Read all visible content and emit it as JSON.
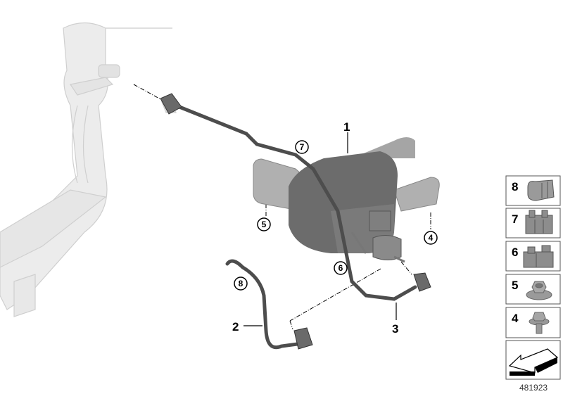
{
  "diagram_id": "481923",
  "callouts": [
    {
      "label": "1",
      "part": "canister"
    },
    {
      "label": "2",
      "part": "hose-left"
    },
    {
      "label": "3",
      "part": "hose-right"
    }
  ],
  "circled_callouts": [
    "4",
    "5",
    "6",
    "7",
    "8"
  ],
  "legend": [
    {
      "label": "8",
      "icon": "hose-clip-icon"
    },
    {
      "label": "7",
      "icon": "triple-clip-icon"
    },
    {
      "label": "6",
      "icon": "double-clip-icon"
    },
    {
      "label": "5",
      "icon": "flange-nut-icon"
    },
    {
      "label": "4",
      "icon": "hex-bolt-icon"
    }
  ],
  "colors": {
    "part": "#6f6f6f",
    "ghost": "#e0e0e0",
    "hose": "#4a4a4a",
    "bracket": "#a9a9a9"
  }
}
